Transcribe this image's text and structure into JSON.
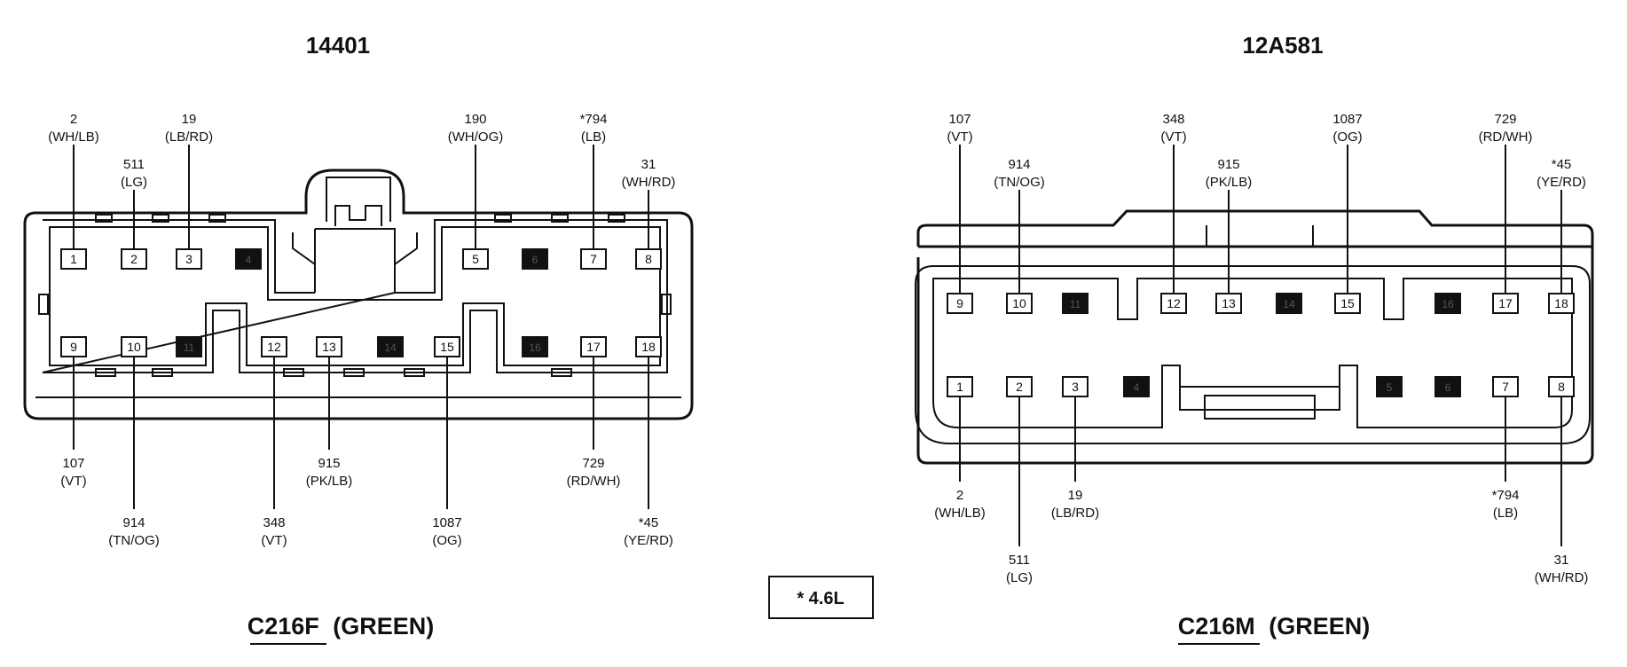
{
  "left": {
    "header": "14401",
    "caption_id": "C216F",
    "caption_color": "(GREEN)",
    "pins": [
      {
        "num": "1",
        "filled": false
      },
      {
        "num": "2",
        "filled": false
      },
      {
        "num": "3",
        "filled": false
      },
      {
        "num": "4",
        "filled": true
      },
      {
        "num": "5",
        "filled": false
      },
      {
        "num": "6",
        "filled": true
      },
      {
        "num": "7",
        "filled": false
      },
      {
        "num": "8",
        "filled": false
      },
      {
        "num": "9",
        "filled": false
      },
      {
        "num": "10",
        "filled": false
      },
      {
        "num": "11",
        "filled": true
      },
      {
        "num": "12",
        "filled": false
      },
      {
        "num": "13",
        "filled": false
      },
      {
        "num": "14",
        "filled": true
      },
      {
        "num": "15",
        "filled": false
      },
      {
        "num": "16",
        "filled": true
      },
      {
        "num": "17",
        "filled": false
      },
      {
        "num": "18",
        "filled": false
      }
    ],
    "wires": [
      {
        "pin": "1",
        "circuit": "2",
        "color": "(WH/LB)"
      },
      {
        "pin": "2",
        "circuit": "511",
        "color": "(LG)"
      },
      {
        "pin": "3",
        "circuit": "19",
        "color": "(LB/RD)"
      },
      {
        "pin": "5",
        "circuit": "190",
        "color": "(WH/OG)"
      },
      {
        "pin": "7",
        "circuit": "*794",
        "color": "(LB)"
      },
      {
        "pin": "8",
        "circuit": "31",
        "color": "(WH/RD)"
      },
      {
        "pin": "9",
        "circuit": "107",
        "color": "(VT)"
      },
      {
        "pin": "10",
        "circuit": "914",
        "color": "(TN/OG)"
      },
      {
        "pin": "12",
        "circuit": "348",
        "color": "(VT)"
      },
      {
        "pin": "13",
        "circuit": "915",
        "color": "(PK/LB)"
      },
      {
        "pin": "15",
        "circuit": "1087",
        "color": "(OG)"
      },
      {
        "pin": "17",
        "circuit": "729",
        "color": "(RD/WH)"
      },
      {
        "pin": "18",
        "circuit": "*45",
        "color": "(YE/RD)"
      }
    ]
  },
  "right": {
    "header": "12A581",
    "caption_id": "C216M",
    "caption_color": "(GREEN)",
    "pins": [
      {
        "num": "1",
        "filled": false
      },
      {
        "num": "2",
        "filled": false
      },
      {
        "num": "3",
        "filled": false
      },
      {
        "num": "4",
        "filled": true
      },
      {
        "num": "5",
        "filled": true
      },
      {
        "num": "6",
        "filled": true
      },
      {
        "num": "7",
        "filled": false
      },
      {
        "num": "8",
        "filled": false
      },
      {
        "num": "9",
        "filled": false
      },
      {
        "num": "10",
        "filled": false
      },
      {
        "num": "11",
        "filled": true
      },
      {
        "num": "12",
        "filled": false
      },
      {
        "num": "13",
        "filled": false
      },
      {
        "num": "14",
        "filled": true
      },
      {
        "num": "15",
        "filled": false
      },
      {
        "num": "16",
        "filled": true
      },
      {
        "num": "17",
        "filled": false
      },
      {
        "num": "18",
        "filled": false
      }
    ],
    "wires": [
      {
        "pin": "9",
        "circuit": "107",
        "color": "(VT)"
      },
      {
        "pin": "10",
        "circuit": "914",
        "color": "(TN/OG)"
      },
      {
        "pin": "12",
        "circuit": "348",
        "color": "(VT)"
      },
      {
        "pin": "13",
        "circuit": "915",
        "color": "(PK/LB)"
      },
      {
        "pin": "15",
        "circuit": "1087",
        "color": "(OG)"
      },
      {
        "pin": "17",
        "circuit": "729",
        "color": "(RD/WH)"
      },
      {
        "pin": "18",
        "circuit": "*45",
        "color": "(YE/RD)"
      },
      {
        "pin": "1",
        "circuit": "2",
        "color": "(WH/LB)"
      },
      {
        "pin": "2",
        "circuit": "511",
        "color": "(LG)"
      },
      {
        "pin": "3",
        "circuit": "19",
        "color": "(LB/RD)"
      },
      {
        "pin": "7",
        "circuit": "*794",
        "color": "(LB)"
      },
      {
        "pin": "8",
        "circuit": "31",
        "color": "(WH/RD)"
      }
    ]
  },
  "note": "* 4.6L",
  "colors": {
    "ink": "#111111",
    "paper": "#ffffff",
    "filled_pin": "#111111"
  }
}
